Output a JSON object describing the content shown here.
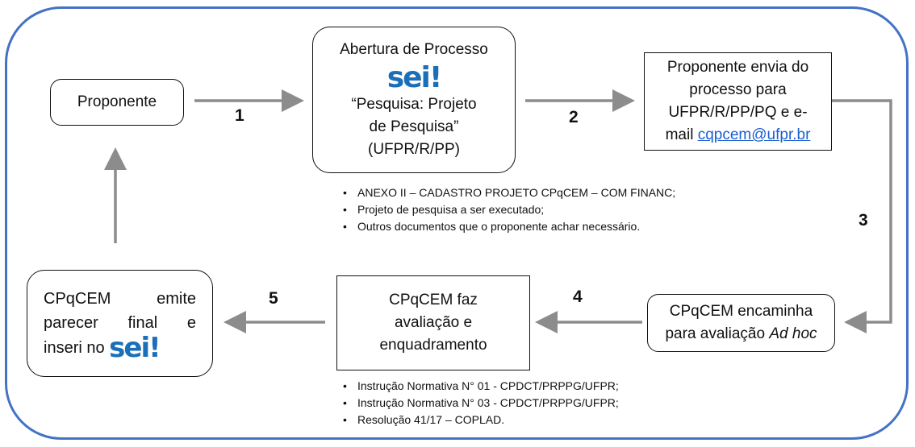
{
  "nodes": {
    "proponente": {
      "label": "Proponente"
    },
    "abertura": {
      "title": "Abertura de Processo",
      "logo": {
        "main": "sei",
        "accent": "!"
      },
      "subtitle_line1": "“Pesquisa: Projeto",
      "subtitle_line2": "de Pesquisa”",
      "subtitle_line3": "(UFPR/R/PP)"
    },
    "envia": {
      "line1": "Proponente envia do",
      "line2": "processo para",
      "line3": "UFPR/R/PP/PQ e e-",
      "line4_prefix": "mail ",
      "email": "cqpcem@ufpr.br"
    },
    "encaminha": {
      "line1": "CPqCEM encaminha",
      "line2_prefix": "para avaliação ",
      "line2_italic": "Ad hoc"
    },
    "avaliacao": {
      "line1": "CPqCEM faz",
      "line2": "avaliação e",
      "line3": "enquadramento"
    },
    "emite": {
      "line1": "CPqCEM emite",
      "line2": "parecer final e",
      "line3_prefix": "inseri no ",
      "logo": {
        "main": "sei",
        "accent": "!"
      }
    }
  },
  "steps": [
    "1",
    "2",
    "3",
    "4",
    "5"
  ],
  "documents_top": [
    "ANEXO II – CADASTRO PROJETO CPqCEM – COM FINANC;",
    "Projeto de pesquisa a ser executado;",
    "Outros documentos que o proponente achar necessário."
  ],
  "documents_bottom": [
    "Instrução Normativa N° 01 - CPDCT/PRPPG/UFPR;",
    "Instrução Normativa N° 03 - CPDCT/PRPPG/UFPR;",
    "Resolução 41/17 – COPLAD."
  ],
  "colors": {
    "frame": "#4472c4",
    "arrow": "#8c8c8c",
    "sei_blue": "#1b6fb8",
    "sei_green": "#67b442",
    "link": "#1a5fd1"
  }
}
